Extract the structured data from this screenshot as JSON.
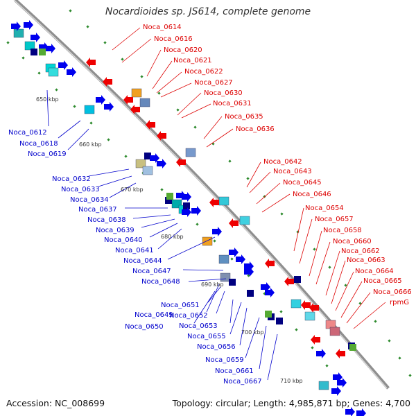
{
  "title": "Nocardioides sp. JS614, complete genome",
  "accession_text": "Accession: NC_008699",
  "summary_text": "Topology: circular; Length: 4,985,871 bp; Genes: 4,700",
  "colors": {
    "left_label": "#0000cc",
    "right_label": "#dd0000",
    "backbone": "#9a9a9a",
    "tick": "#2e8b2e"
  },
  "scale_labels": [
    "650 kbp",
    "660 kbp",
    "670 kbp",
    "680 kbp",
    "690 kbp",
    "700 kbp",
    "710 kbp"
  ],
  "left_labels": [
    "Noca_0612",
    "Noca_0618",
    "Noca_0619",
    "Noca_0632",
    "Noca_0633",
    "Noca_0634",
    "Noca_0637",
    "Noca_0638",
    "Noca_0639",
    "Noca_0640",
    "Noca_0641",
    "Noca_0644",
    "Noca_0647",
    "Noca_0648",
    "Noca_0651",
    "Noca_0649",
    "Noca_0652",
    "Noca_0650",
    "Noca_0653",
    "Noca_0655",
    "Noca_0656",
    "Noca_0659",
    "Noca_0661",
    "Noca_0667"
  ],
  "right_labels": [
    "Noca_0614",
    "Noca_0616",
    "Noca_0620",
    "Noca_0621",
    "Noca_0622",
    "Noca_0627",
    "Noca_0630",
    "Noca_0631",
    "Noca_0635",
    "Noca_0636",
    "Noca_0642",
    "Noca_0643",
    "Noca_0645",
    "Noca_0646",
    "Noca_0654",
    "Noca_0657",
    "Noca_0658",
    "Noca_0660",
    "Noca_0662",
    "Noca_0663",
    "Noca_0664",
    "Noca_0665",
    "Noca_0666",
    "rpmG"
  ]
}
